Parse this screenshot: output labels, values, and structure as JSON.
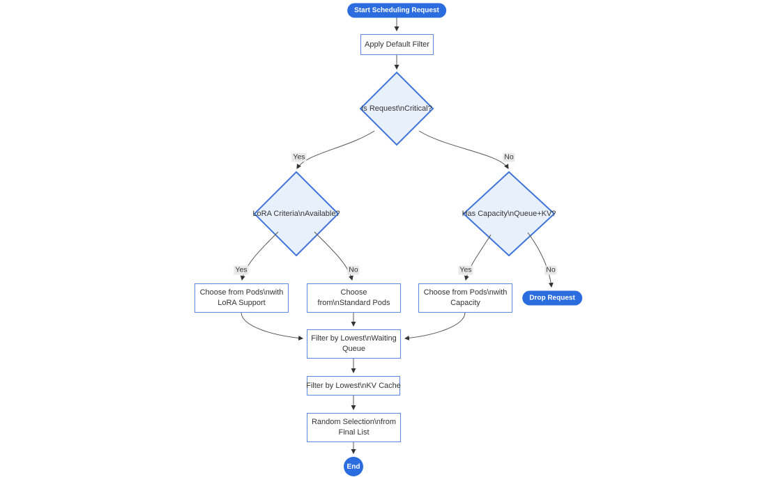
{
  "diagram": {
    "type": "flowchart",
    "direction": "top-down",
    "nodes": {
      "start": {
        "label": "Start Scheduling Request",
        "shape": "stadium"
      },
      "apply_default_filter": {
        "label": "Apply Default Filter",
        "shape": "rect"
      },
      "is_request_critical": {
        "label": "Is Request\\nCritical?",
        "shape": "diamond"
      },
      "lora_criteria_available": {
        "label": "LoRA Criteria\\nAvailable?",
        "shape": "diamond"
      },
      "has_capacity_queue_kv": {
        "label": "Has Capacity\\nQueue+KV?",
        "shape": "diamond"
      },
      "choose_lora_pods": {
        "label": "Choose from Pods\\nwith LoRA Support",
        "shape": "rect"
      },
      "choose_standard_pods": {
        "label": "Choose from\\nStandard Pods",
        "shape": "rect"
      },
      "choose_capacity_pods": {
        "label": "Choose from Pods\\nwith Capacity",
        "shape": "rect"
      },
      "drop_request": {
        "label": "Drop Request",
        "shape": "stadium"
      },
      "filter_waiting_queue": {
        "label": "Filter by Lowest\\nWaiting Queue",
        "shape": "rect"
      },
      "filter_kv_cache": {
        "label": "Filter by Lowest\\nKV Cache",
        "shape": "rect"
      },
      "random_selection": {
        "label": "Random Selection\\nfrom Final List",
        "shape": "rect"
      },
      "end": {
        "label": "End",
        "shape": "circle"
      }
    },
    "edge_labels": {
      "critical_yes": "Yes",
      "critical_no": "No",
      "lora_yes": "Yes",
      "lora_no": "No",
      "capacity_yes": "Yes",
      "capacity_no": "No"
    },
    "colors": {
      "accent_node_fill": "#2b6cdf",
      "accent_node_text": "#ffffff",
      "decision_fill": "#e8f1fb",
      "decision_border": "#3f74da",
      "process_fill": "#ffffff",
      "process_border": "#5a87e0",
      "edge_stroke": "#555555",
      "arrowhead": "#333333",
      "edge_label_bg": "#e8e8e8",
      "text": "#333333",
      "background": "#ffffff"
    }
  }
}
